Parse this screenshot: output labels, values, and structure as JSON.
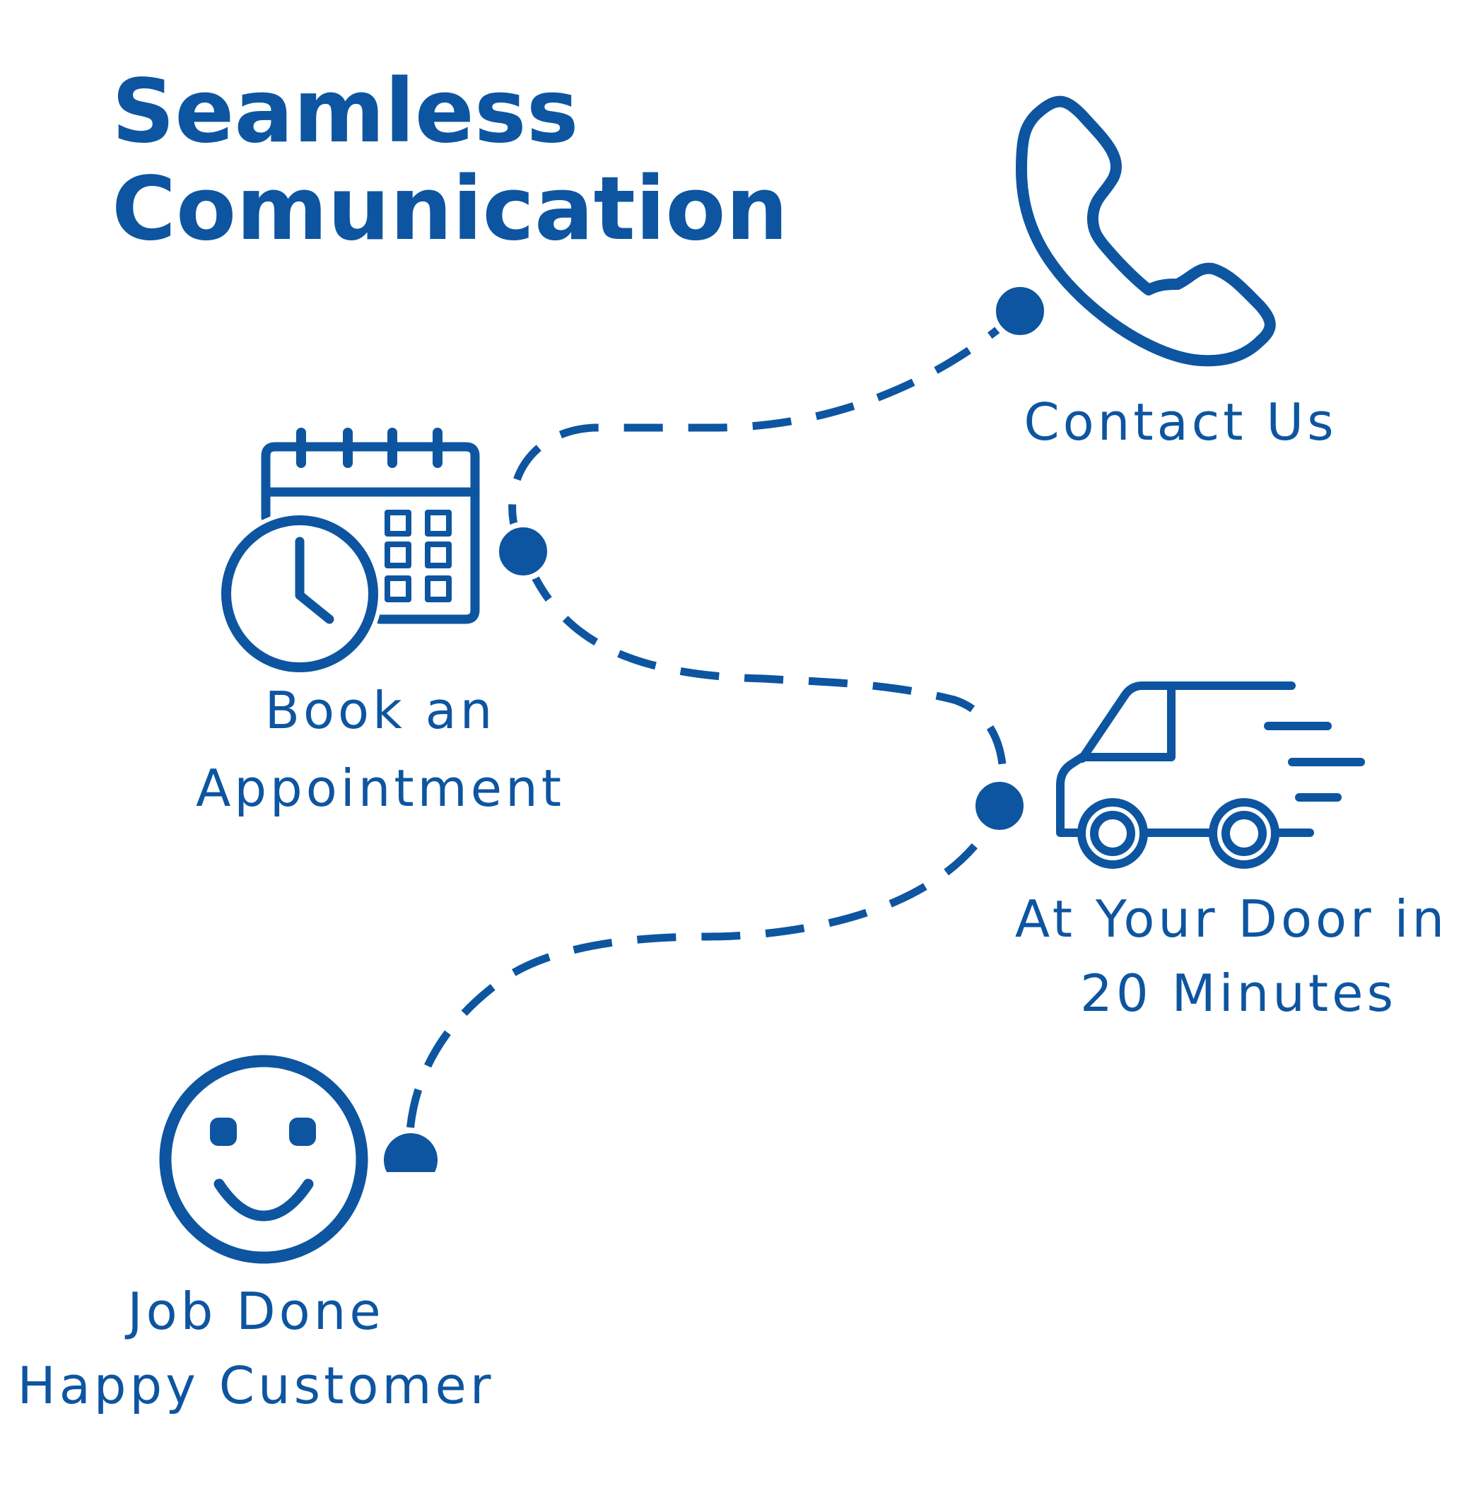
{
  "title": {
    "line1": "Seamless",
    "line2": "Comunication"
  },
  "steps": [
    {
      "icon": "phone-icon",
      "lines": [
        "Contact Us"
      ]
    },
    {
      "icon": "calendar-clock-icon",
      "lines": [
        "Book an",
        "Appointment"
      ]
    },
    {
      "icon": "delivery-truck-icon",
      "lines": [
        "At Your Door in",
        "20 Minutes"
      ]
    },
    {
      "icon": "smiley-face-icon",
      "lines": [
        "Job Done",
        "Happy Customer"
      ]
    }
  ],
  "colors": {
    "accent": "#0d55a0",
    "background": "#ffffff"
  }
}
